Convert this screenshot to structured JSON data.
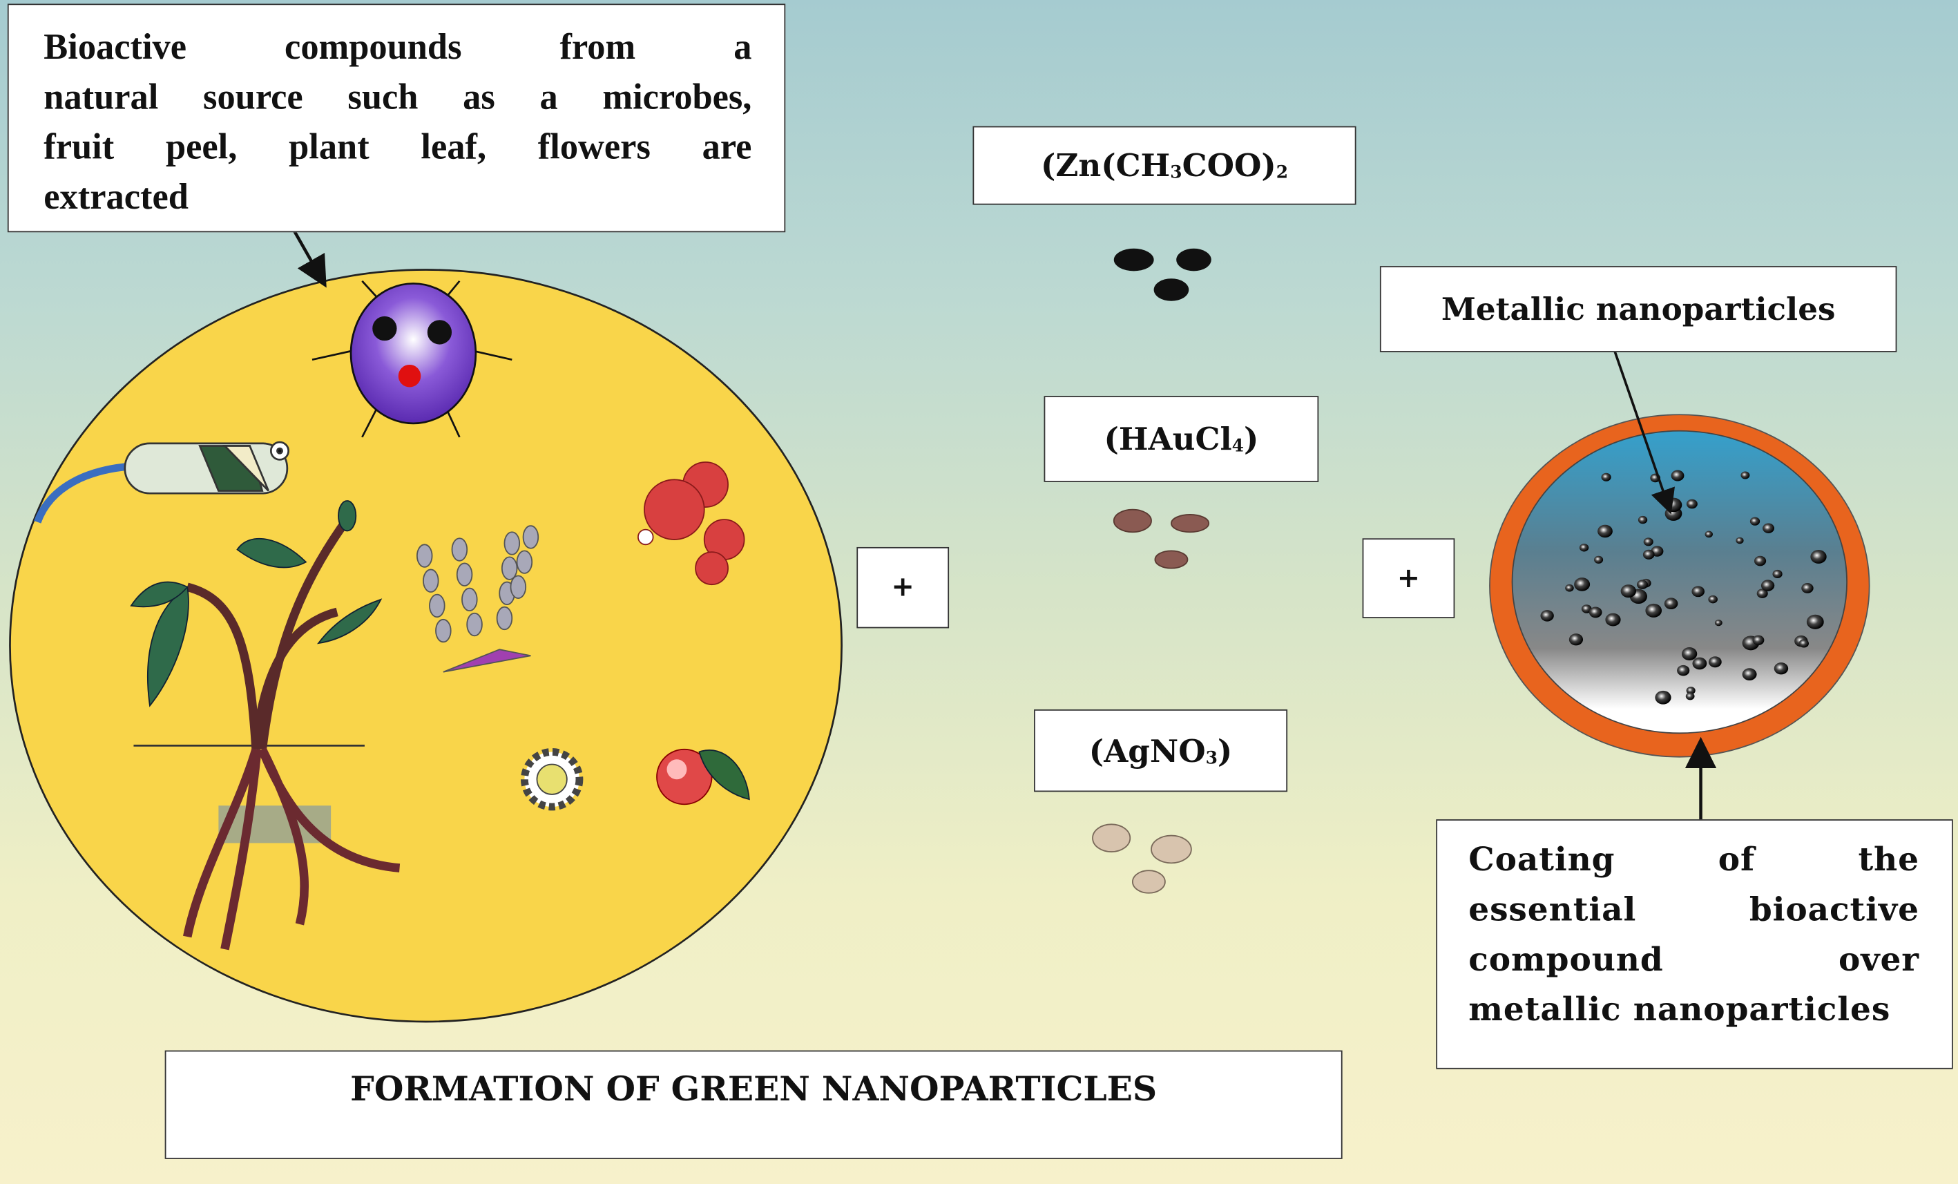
{
  "source_label": {
    "lines": [
      "Bioactive compounds from a",
      "natural source such as a microbes,",
      "fruit peel, plant leaf, flowers are"
    ],
    "last_line": "extracted"
  },
  "precursors": [
    {
      "prefix": "(Zn(CH",
      "sub1": "3",
      "mid": "COO)",
      "sub2": "2",
      "dot_color": "#111111"
    },
    {
      "prefix": "(HAuCl",
      "sub1": "4",
      "mid": ")",
      "sub2": "",
      "dot_color": "#8a5a52"
    },
    {
      "prefix": "(AgNO",
      "sub1": "3",
      "mid": ")",
      "sub2": "",
      "dot_color": "#d8c4ae"
    }
  ],
  "plus_symbol": "+",
  "metallic_label": "Metallic nanoparticles",
  "coating_label": {
    "lines": [
      "Coating of the",
      "essential bioactive",
      "compound over"
    ],
    "last_line": "metallic nanoparticles"
  },
  "title": "FORMATION OF GREEN NANOPARTICLES",
  "colors": {
    "source_circle": "#f9d54a",
    "coating": "#e8641e",
    "core_top": "#3aa0c8",
    "core_bottom": "#ffffff"
  }
}
